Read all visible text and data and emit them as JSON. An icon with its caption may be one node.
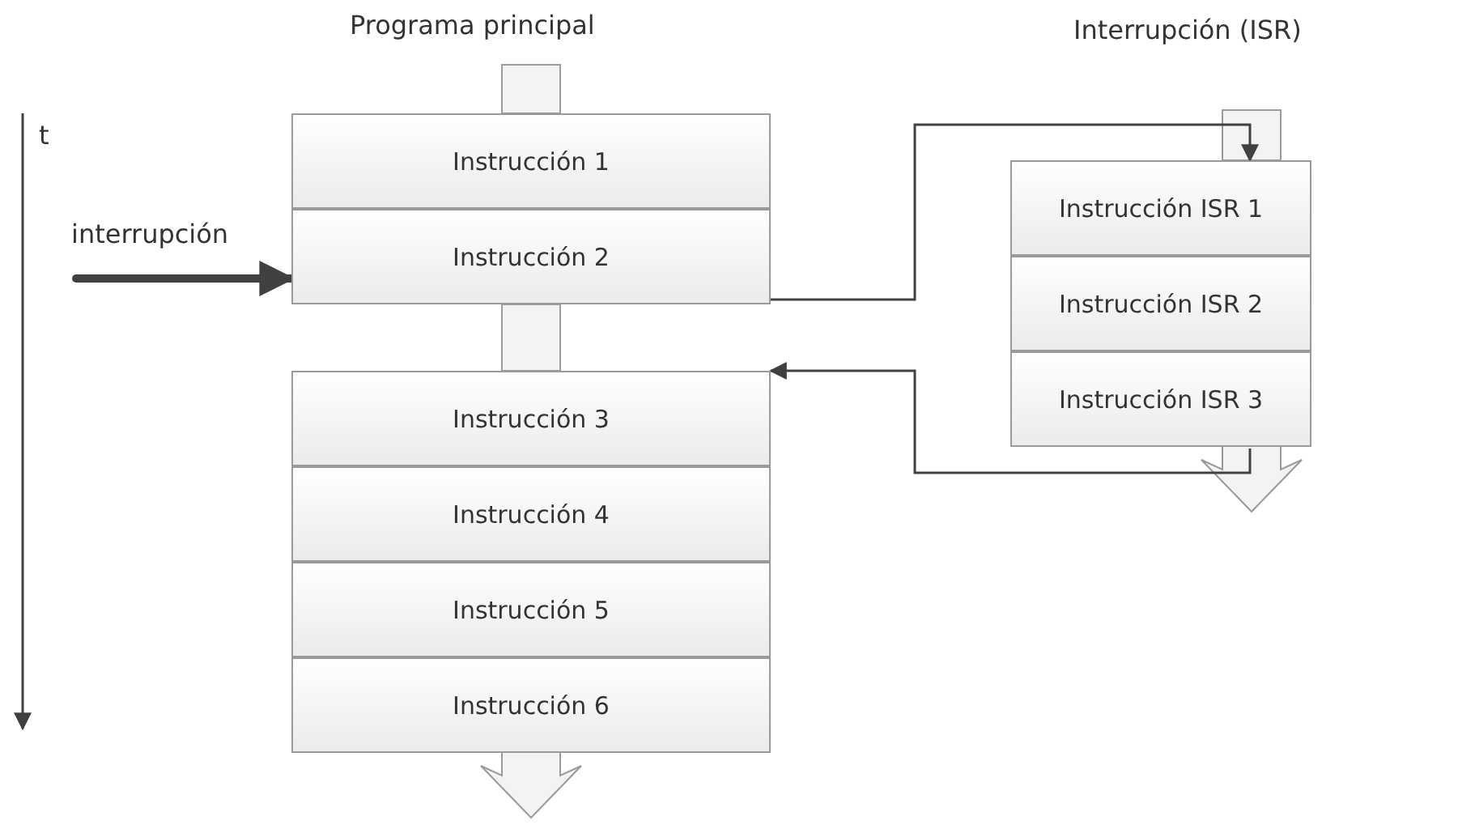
{
  "diagram": {
    "nodes": [
      {
        "text": [
          "Instrucción 1"
        ]
      },
      {
        "text": [
          "Instrucción 2"
        ]
      },
      {
        "text": [
          "Instrucción 3"
        ]
      },
      {
        "text": [
          "Instrucción 4"
        ]
      },
      {
        "text": [
          "Instrucción 5"
        ]
      },
      {
        "text": [
          "Instrucción 6"
        ]
      },
      {
        "text": [
          "Instrucción ISR 1"
        ]
      },
      {
        "text": [
          "Instrucción ISR 2"
        ]
      },
      {
        "text": [
          "Instrucción ISR 3"
        ]
      }
    ],
    "edges": [
      {
        "from": null,
        "to": 1,
        "arrow": "to",
        "label": "interrupción",
        "style": "thick"
      },
      {
        "from": 1,
        "to": 6,
        "arrow": "to"
      },
      {
        "from": 8,
        "to": 2,
        "arrow": "to"
      }
    ],
    "labels": [
      "Programa principal",
      "Interrupción (ISR)",
      "t"
    ]
  }
}
